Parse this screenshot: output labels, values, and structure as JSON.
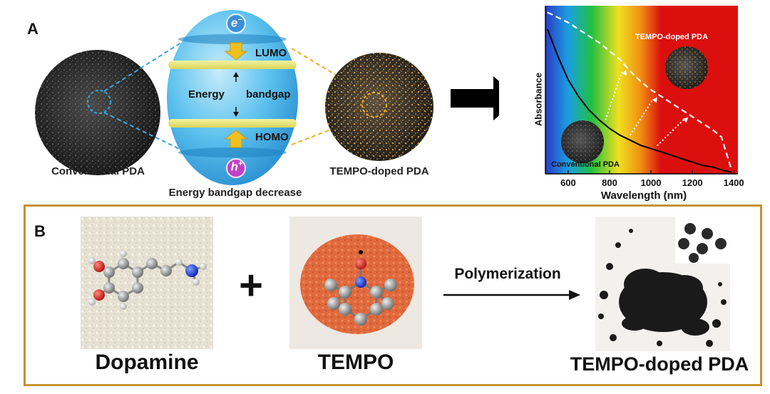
{
  "panel_a": {
    "label": "A",
    "conventional_caption": "Conventional PDA",
    "doped_caption": "TEMPO-doped PDA",
    "bandgap_caption": "Energy bandgap decrease",
    "electron_symbol": "e",
    "electron_sup": "−",
    "hole_symbol": "h",
    "hole_sup": "+",
    "lumo": "LUMO",
    "homo": "HOMO",
    "bandgap_line1": "Energy",
    "bandgap_line2": "bandgap",
    "colors": {
      "sphere": "#5cc1ee",
      "band": "#e9e57a",
      "doped_dots": "#f0a020",
      "dashed": "#3aa5e0",
      "dashed_doped": "#f0b020"
    }
  },
  "chart": {
    "ylabel": "Absorbance",
    "xlabel": "Wavelength (nm)",
    "ticks": [
      "600",
      "800",
      "1000",
      "1200",
      "1400"
    ],
    "tempo_label": "TEMPO-doped PDA",
    "conventional_label": "Conventional PDA",
    "colors": {
      "background": "#dc0f0f",
      "conventional_curve": "#000000",
      "tempo_curve": "#ffffff"
    }
  },
  "chart_data": {
    "type": "line",
    "xlabel": "Wavelength (nm)",
    "ylabel": "Absorbance",
    "xlim": [
      490,
      1420
    ],
    "ylim": [
      0,
      1
    ],
    "series": [
      {
        "name": "TEMPO-doped PDA",
        "style": "dashed",
        "color": "#ffffff",
        "x": [
          500,
          550,
          600,
          650,
          700,
          750,
          800,
          850,
          900,
          950,
          1000,
          1050,
          1100,
          1150,
          1200,
          1250,
          1300,
          1340,
          1370,
          1390
        ],
        "y": [
          0.96,
          0.93,
          0.9,
          0.86,
          0.82,
          0.78,
          0.73,
          0.68,
          0.61,
          0.55,
          0.5,
          0.46,
          0.42,
          0.38,
          0.34,
          0.3,
          0.26,
          0.22,
          0.1,
          0.02
        ]
      },
      {
        "name": "Conventional PDA",
        "style": "solid",
        "color": "#000000",
        "x": [
          500,
          550,
          600,
          650,
          700,
          750,
          800,
          850,
          900,
          950,
          1000,
          1050,
          1100,
          1150,
          1200,
          1250,
          1300,
          1350,
          1390
        ],
        "y": [
          0.86,
          0.7,
          0.56,
          0.46,
          0.38,
          0.32,
          0.27,
          0.23,
          0.2,
          0.17,
          0.15,
          0.13,
          0.11,
          0.09,
          0.07,
          0.05,
          0.04,
          0.02,
          0.01
        ]
      }
    ]
  },
  "panel_b": {
    "label": "B",
    "dopamine": "Dopamine",
    "plus": "+",
    "tempo": "TEMPO",
    "polymerization": "Polymerization",
    "product": "TEMPO-doped PDA"
  }
}
